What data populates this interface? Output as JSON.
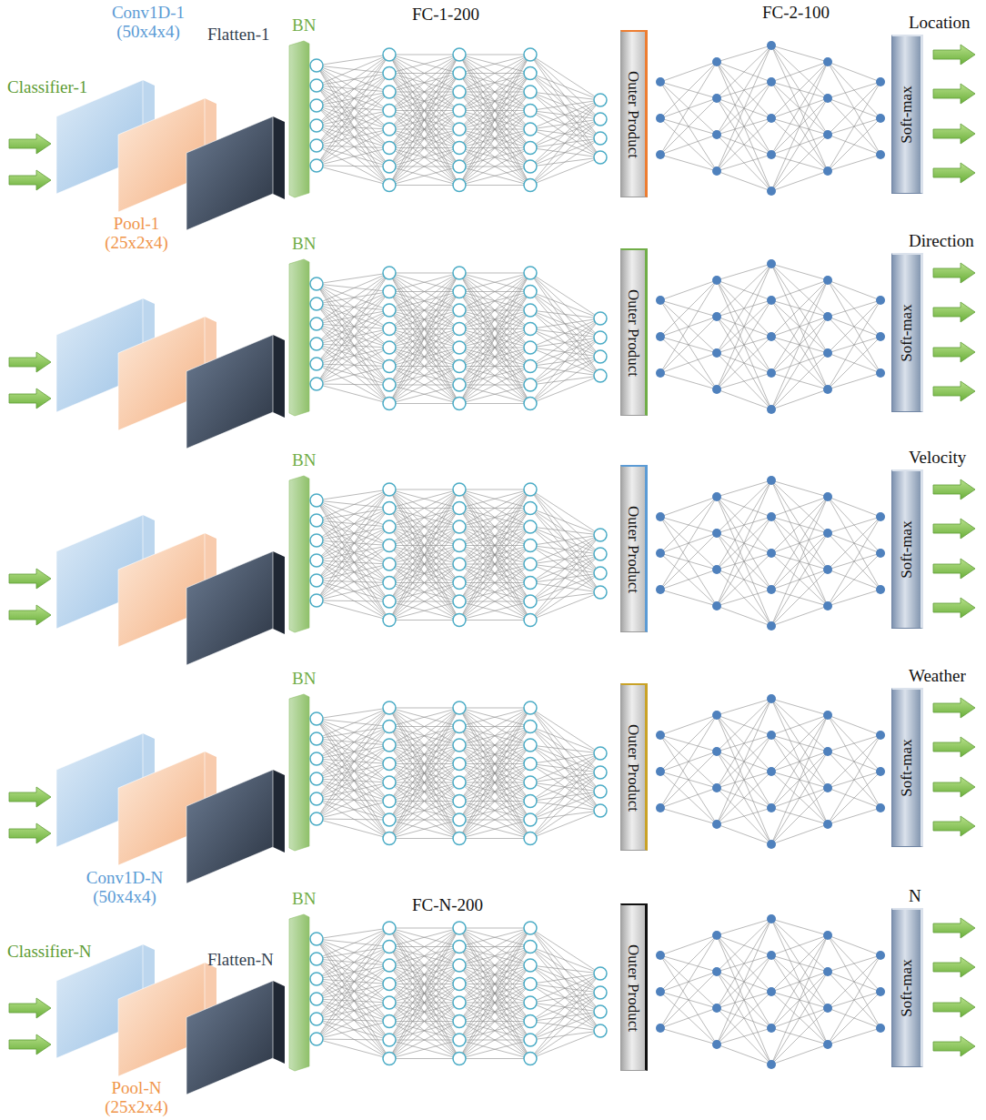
{
  "diagram": {
    "nodes": [
      {
        "text": [
          "Outer Product"
        ]
      },
      {
        "text": [
          "Location",
          "Soft-max"
        ]
      },
      {
        "text": [
          "Outer Product"
        ]
      },
      {
        "text": [
          "Direction",
          "Soft-max"
        ]
      },
      {
        "text": [
          "Outer Product"
        ]
      },
      {
        "text": [
          "Velocity",
          "Soft-max"
        ]
      },
      {
        "text": [
          "Outer Product"
        ]
      },
      {
        "text": [
          "Weather",
          "Soft-max"
        ]
      },
      {
        "text": [
          "Outer Product"
        ]
      },
      {
        "text": [
          "N",
          "Soft-max"
        ]
      }
    ],
    "labels": [
      "Classifier-1",
      "Conv1D-1 (50x4x4)",
      "Flatten-1",
      "Pool-1 (25x2x4)",
      "BN",
      "FC-1-200",
      "FC-2-100",
      "BN",
      "BN",
      "BN",
      "Conv1D-N (50x4x4)",
      "Classifier-N",
      "Flatten-N",
      "BN",
      "FC-N-200",
      "Pool-N (25x2x4)"
    ]
  }
}
